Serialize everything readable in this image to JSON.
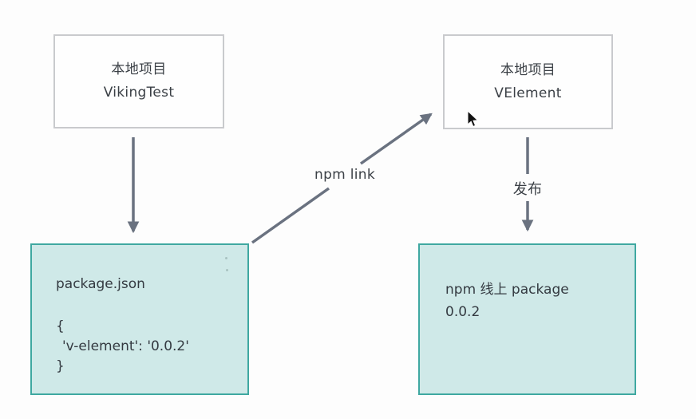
{
  "diagram": {
    "boxes": {
      "viking": {
        "line1": "本地项目",
        "line2": "VikingTest"
      },
      "velement": {
        "line1": "本地项目",
        "line2": "VElement"
      },
      "package_json": {
        "title": "package.json",
        "code_open": "{",
        "code_entry": "'v-element': '0.0.2'",
        "code_close": "}"
      },
      "npm_package": {
        "line1": "npm 线上 package",
        "line2": "0.0.2"
      }
    },
    "labels": {
      "npm_link": "npm link",
      "publish": "发布"
    },
    "colors": {
      "white_box_border": "#c9cacd",
      "teal_box_border": "#3fa8a1",
      "teal_box_fill": "#cfe9e8",
      "arrow": "#6a7280",
      "text": "#3b4046"
    }
  }
}
